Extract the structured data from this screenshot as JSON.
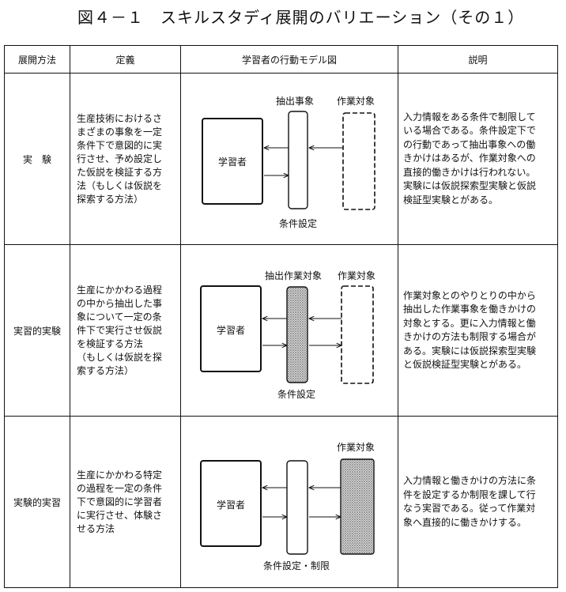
{
  "title": "図４－１　スキルスタディ展開のバリエーション（その１）",
  "headers": {
    "method": "展開方法",
    "definition": "定義",
    "model": "学習者の行動モデル図",
    "explanation": "説明"
  },
  "rows": [
    {
      "method": "実　験",
      "definition_lines": [
        "生産技術におけるさ",
        "まざまの事象を一定",
        "条件下で意図的に実",
        "行させ、予め設定し",
        "た仮説を検証する方",
        "法（もしくは仮説を",
        "探索する方法）"
      ],
      "diagram": {
        "learner": "学習者",
        "middle_label": "抽出事象",
        "right_label": "作業対象",
        "bottom_label": "条件設定"
      },
      "explanation_lines": [
        "入力情報をある条件で制限して",
        "いる場合である。条件設定下で",
        "の行動であって抽出事象への働",
        "きかけはあるが、作業対象への",
        "直接的働きかけは行われない。",
        "実験には仮説探索型実験と仮説",
        "検証型実験とがある。"
      ]
    },
    {
      "method": "実習的実験",
      "definition_lines": [
        "生産にかかわる過程",
        "の中から抽出した事",
        "象について一定の条",
        "件下で実行させ仮説",
        "を検証する方法",
        "（もしくは仮説を探",
        "索する方法）"
      ],
      "diagram": {
        "learner": "学習者",
        "middle_label": "抽出作業対象",
        "right_label": "作業対象",
        "bottom_label": "条件設定"
      },
      "explanation_lines": [
        "作業対象とのやりとりの中から",
        "抽出した作業事象を働きかけの",
        "対象とする。更に入力情報と働",
        "きかけの方法も制限する場合が",
        "ある。実験には仮説探索型実験",
        "と仮説検証型実験とがある。"
      ]
    },
    {
      "method": "実験的実習",
      "definition_lines": [
        "生産にかかわる特定",
        "の過程を一定の条件",
        "下で意図的に学習者",
        "に実行させ、体験さ",
        "せる方法"
      ],
      "diagram": {
        "learner": "学習者",
        "middle_label": "",
        "right_label": "作業対象",
        "bottom_label": "条件設定・制限"
      },
      "explanation_lines": [
        "入力情報と働きかけの方法に条",
        "件を設定するか制限を課して行",
        "なう実習である。従って作業対",
        "象へ直接的に働きかけする。"
      ]
    }
  ]
}
